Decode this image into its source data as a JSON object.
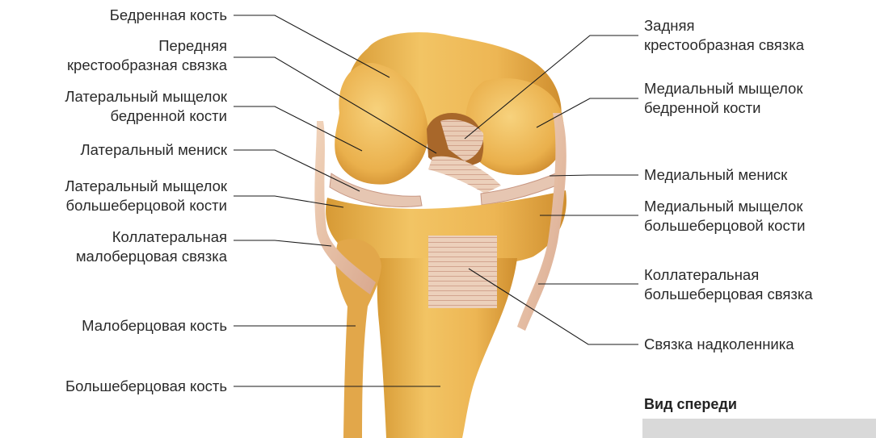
{
  "labels_left": [
    {
      "id": "femur",
      "lines": [
        "Бедренная кость"
      ]
    },
    {
      "id": "acl",
      "lines": [
        "Передняя",
        "крестообразная связка"
      ]
    },
    {
      "id": "lat-femoral-condyle",
      "lines": [
        "Латеральный мыщелок",
        "бедренной кости"
      ]
    },
    {
      "id": "lat-meniscus",
      "lines": [
        "Латеральный мениск"
      ]
    },
    {
      "id": "lat-tibial-condyle",
      "lines": [
        "Латеральный мыщелок",
        "большеберцовой кости"
      ]
    },
    {
      "id": "fibular-collateral",
      "lines": [
        "Коллатеральная",
        "малоберцовая связка"
      ]
    },
    {
      "id": "fibula",
      "lines": [
        "Малоберцовая кость"
      ]
    },
    {
      "id": "tibia",
      "lines": [
        "Большеберцовая кость"
      ]
    }
  ],
  "labels_right": [
    {
      "id": "pcl",
      "lines": [
        "Задняя",
        "крестообразная связка"
      ]
    },
    {
      "id": "med-femoral-condyle",
      "lines": [
        "Медиальный мыщелок",
        "бедренной кости"
      ]
    },
    {
      "id": "med-meniscus",
      "lines": [
        "Медиальный мениск"
      ]
    },
    {
      "id": "med-tibial-condyle",
      "lines": [
        "Медиальный мыщелок",
        "большеберцовой кости"
      ]
    },
    {
      "id": "tibial-collateral",
      "lines": [
        "Коллатеральная",
        "большеберцовая связка"
      ]
    },
    {
      "id": "patellar-ligament",
      "lines": [
        "Связка надколенника"
      ]
    }
  ],
  "view_title": "Вид спереди",
  "colors": {
    "bone": "#e9b04a",
    "bone_light": "#f5cf74",
    "bone_dark": "#c98a2a",
    "ligament": "#e7c2a4",
    "ligament_stripe": "#c98f7c",
    "leader_line": "#1a1a1a"
  }
}
